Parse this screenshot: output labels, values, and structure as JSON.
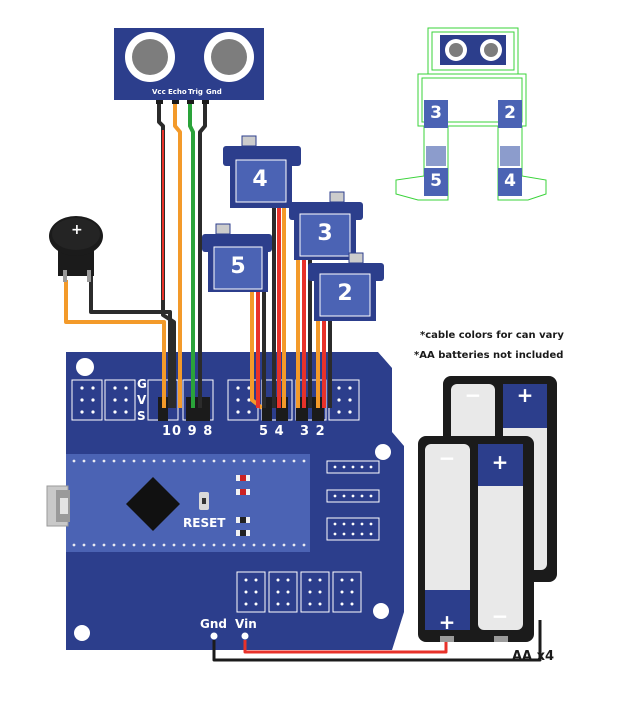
{
  "sensor": {
    "pins": [
      "Vcc",
      "Echo",
      "Trig",
      "Gnd"
    ]
  },
  "buzzer": {
    "symbol": "+"
  },
  "servos": [
    {
      "label": "4"
    },
    {
      "label": "3"
    },
    {
      "label": "5"
    },
    {
      "label": "2"
    }
  ],
  "robot": {
    "legs": [
      "3",
      "2",
      "5",
      "4"
    ]
  },
  "board": {
    "gvs": [
      "G",
      "V",
      "S"
    ],
    "pins_left": "10 9 8",
    "pins_mid": "5 4",
    "pins_right": "3 2",
    "reset_label": "RESET",
    "gnd_label": "Gnd",
    "vin_label": "Vin"
  },
  "notes": [
    "*cable colors for can vary",
    "*AA batteries not included"
  ],
  "battery": {
    "label": "AA x4",
    "minus": "−",
    "plus": "+"
  },
  "colors": {
    "board": "#2c3e8c",
    "module": "#3a4e9e",
    "wire_red": "#e8322a",
    "wire_orange": "#f39a2a",
    "wire_green": "#2aa33a",
    "robot_outline": "#3ad33a"
  }
}
